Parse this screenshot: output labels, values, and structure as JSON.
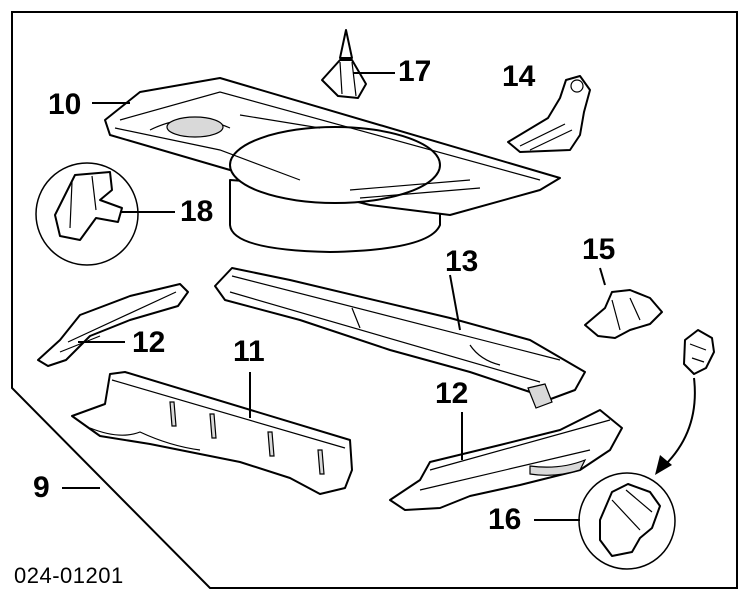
{
  "callouts": {
    "c9": "9",
    "c10": "10",
    "c11": "11",
    "c12a": "12",
    "c12b": "12",
    "c13": "13",
    "c14": "14",
    "c15": "15",
    "c16": "16",
    "c17": "17",
    "c18": "18"
  },
  "reference_number": "024-01201"
}
